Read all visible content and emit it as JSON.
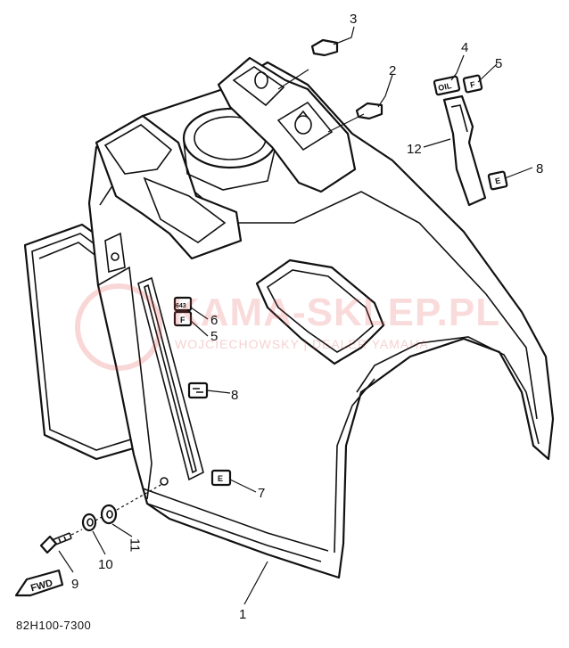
{
  "diagram": {
    "code": "82H100-7300",
    "fwd_label": "FWD",
    "watermark": {
      "title": "KAMA-SKLEP.PL",
      "subtitle": "WOJCIECHOWSKY | DEALER YAMAHA",
      "color": "#e24b4b"
    },
    "decals": {
      "oil": "OIL",
      "f": "F",
      "e": "E",
      "mix": "643"
    },
    "callouts": [
      {
        "id": "1",
        "label": "1"
      },
      {
        "id": "2",
        "label": "2"
      },
      {
        "id": "3",
        "label": "3"
      },
      {
        "id": "4",
        "label": "4"
      },
      {
        "id": "5a",
        "label": "5"
      },
      {
        "id": "5b",
        "label": "5"
      },
      {
        "id": "6",
        "label": "6"
      },
      {
        "id": "7a",
        "label": "7"
      },
      {
        "id": "7b",
        "label": "7"
      },
      {
        "id": "8",
        "label": "8"
      },
      {
        "id": "9",
        "label": "9"
      },
      {
        "id": "10",
        "label": "10"
      },
      {
        "id": "11",
        "label": "11"
      },
      {
        "id": "12",
        "label": "12"
      }
    ]
  }
}
